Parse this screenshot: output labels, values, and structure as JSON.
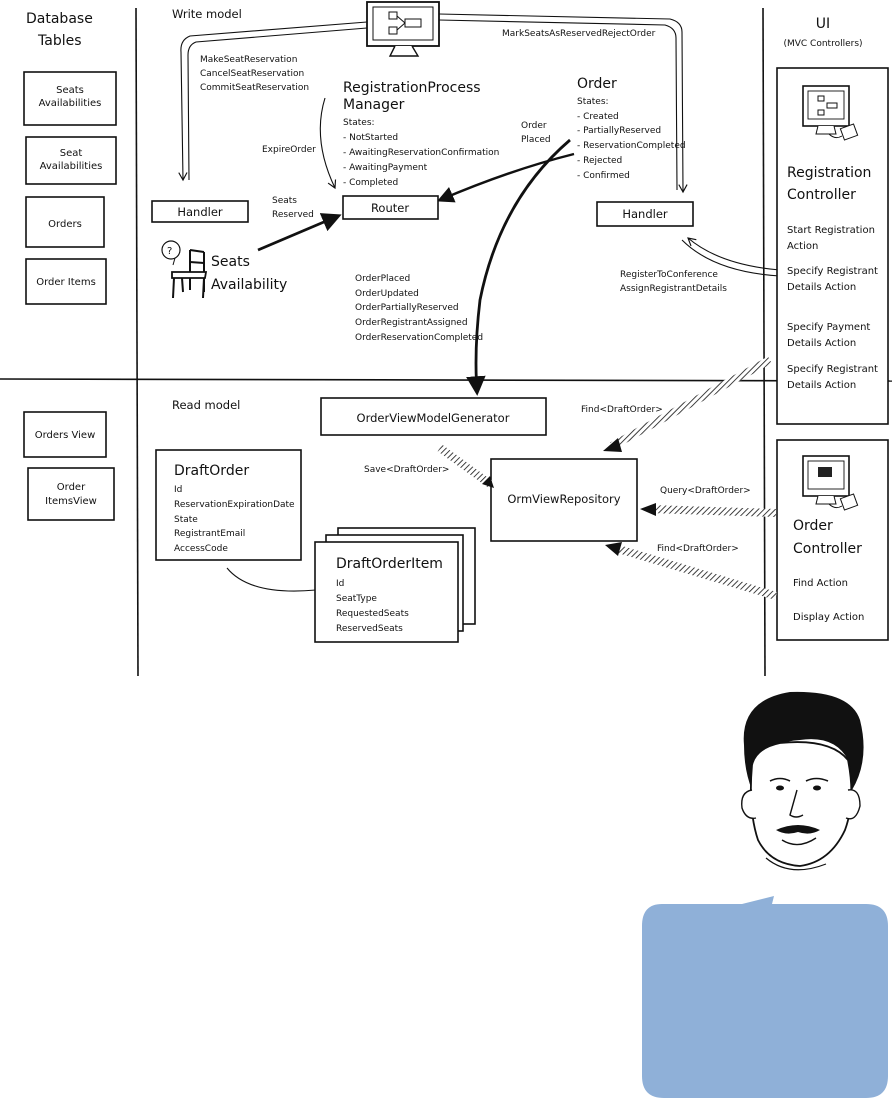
{
  "db": {
    "title_line1": "Database",
    "title_line2": "Tables",
    "seats_availabilities": [
      "Seats",
      "Availabilities"
    ],
    "seat_availabilities": [
      "Seat",
      "Availabilities"
    ],
    "orders": "Orders",
    "order_items": "Order Items",
    "orders_view": "Orders View",
    "order_items_view": [
      "Order",
      "ItemsView"
    ]
  },
  "write_model": {
    "title": "Write model",
    "commands": [
      "MakeSeatReservation",
      "CancelSeatReservation",
      "CommitSeatReservation"
    ],
    "mark_seats": "MarkSeatsAsReservedRejectOrder",
    "rpm_title": [
      "RegistrationProcess",
      "Manager"
    ],
    "rpm_states": [
      "States:",
      "- NotStarted",
      "- AwaitingReservationConfirmation",
      "- AwaitingPayment",
      "- Completed"
    ],
    "expire_order": "ExpireOrder",
    "order_placed": [
      "Order",
      "Placed"
    ],
    "order_title": "Order",
    "order_states": [
      "States:",
      "- Created",
      "- PartiallyReserved",
      "- ReservationCompleted",
      "- Rejected",
      "- Confirmed"
    ],
    "handler_left": "Handler",
    "handler_right": "Handler",
    "router": "Router",
    "seats_reserved": [
      "Seats",
      "Reserved"
    ],
    "seats_availability": [
      "Seats",
      "Availability"
    ],
    "events": [
      "OrderPlaced",
      "OrderUpdated",
      "OrderPartiallyReserved",
      "OrderRegistrantAssigned",
      "OrderReservationCompleted"
    ],
    "register_cmds": [
      "RegisterToConference",
      "AssignRegistrantDetails"
    ]
  },
  "ui": {
    "title": "UI",
    "subtitle": "(MVC Controllers)",
    "registration_controller": [
      "Registration",
      "Controller"
    ],
    "registration_actions": [
      [
        "Start Registration",
        "Action"
      ],
      [
        "Specify Registrant",
        "Details Action"
      ],
      [
        "Specify Payment",
        "Details Action"
      ],
      [
        "Specify Registrant",
        "Details Action"
      ]
    ],
    "order_controller": [
      "Order",
      "Controller"
    ],
    "order_actions": [
      "Find Action",
      "Display Action"
    ]
  },
  "read_model": {
    "title": "Read model",
    "generator": "OrderViewModelGenerator",
    "repository": "OrmViewRepository",
    "save": "Save<DraftOrder>",
    "find_top": "Find<DraftOrder>",
    "query": "Query<DraftOrder>",
    "find_bottom": "Find<DraftOrder>",
    "draft_order_title": "DraftOrder",
    "draft_order_fields": [
      "Id",
      "ReservationExpirationDate",
      "State",
      "RegistrantEmail",
      "AccessCode"
    ],
    "draft_item_title": "DraftOrderItem",
    "draft_item_fields": [
      "Id",
      "SeatType",
      "RequestedSeats",
      "ReservedSeats"
    ]
  },
  "colors": {
    "bubble": "#8fb0d8",
    "ink": "#111111"
  }
}
